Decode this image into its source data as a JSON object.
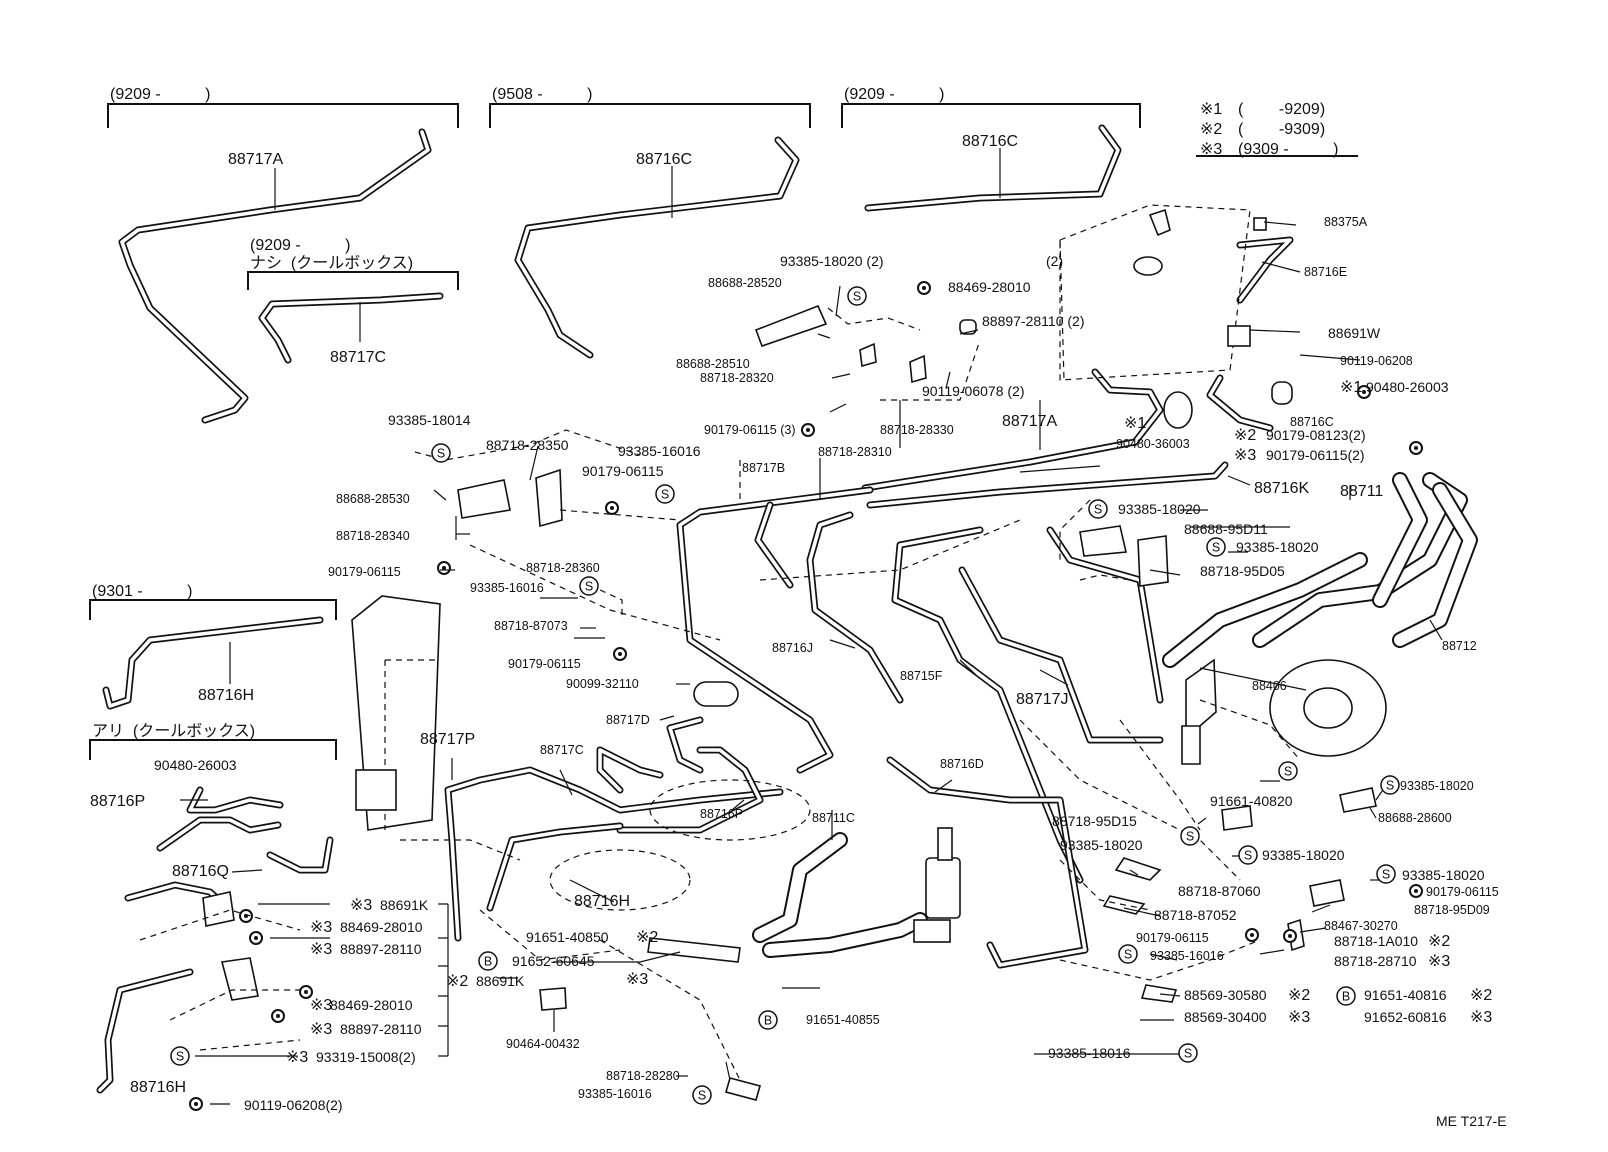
{
  "page_code": "ME T217-E",
  "legend": [
    {
      "mark": "※1",
      "range": "(        -9209)"
    },
    {
      "mark": "※2",
      "range": "(        -9309)"
    },
    {
      "mark": "※3",
      "range": "(9309 -          )"
    }
  ],
  "group_headers": {
    "g1": "(9209 -          )",
    "g2": "(9508 -          )",
    "g3": "(9209 -          )",
    "g4": "(9209 -          )",
    "g4_note": "ナシ  (クールボックス)",
    "g5": "(9301 -          )",
    "g6": "アリ  (クールボックス)"
  },
  "callouts": {
    "p88717A_top": "88717A",
    "p88716C_mid": "88716C",
    "p88716C_right": "88716C",
    "p88717C_top": "88717C",
    "p88716H_top": "88716H",
    "p93385_18020_2a": "93385-18020 (2)",
    "p2_b": "(2)",
    "p88688_28520": "88688-28520",
    "p88469_28010_a": "88469-28010",
    "p88897_28110_2": "88897-28110 (2)",
    "p88688_28510": "88688-28510",
    "p88718_28320": "88718-28320",
    "p90119_06078_2": "90119-06078 (2)",
    "p90179_06115_3": "90179-06115 (3)",
    "p88718_28330": "88718-28330",
    "p88718_28310": "88718-28310",
    "p88717A_mid": "88717A",
    "p88375A": "88375A",
    "p88716E": "88716E",
    "p88691W": "88691W",
    "p90119_06208": "90119-06208",
    "p90480_26003_a": "90480-26003",
    "p88716C_small": "88716C",
    "p90480_36003": "90480-36003",
    "p90179_08123_2": "90179-08123(2)",
    "p90179_06115_2": "90179-06115(2)",
    "p88716K": "88716K",
    "p93385_18014": "93385-18014",
    "p88718_28350": "88718-28350",
    "p93385_16016_a": "93385-16016",
    "p90179_06115_a": "90179-06115",
    "p88717B": "88717B",
    "p88688_28530": "88688-28530",
    "p88718_28340": "88718-28340",
    "p88718_28360": "88718-28360",
    "p90179_06115_b": "90179-06115",
    "p93385_16016_b": "93385-16016",
    "p88718_87073": "88718-87073",
    "p90179_06115_c": "90179-06115",
    "p90099_32110": "90099-32110",
    "p88717D": "88717D",
    "p88716J": "88716J",
    "p88715F": "88715F",
    "p88717J": "88717J",
    "p93385_18020_b": "93385-18020",
    "p88688_95D11": "88688-95D11",
    "p93385_18020_c": "93385-18020",
    "p88718_95D05": "88718-95D05",
    "p88711": "88711",
    "p88712": "88712",
    "p88406": "88406",
    "p88716H_mid": "88716H",
    "p90480_26003_b": "90480-26003",
    "p88716P_left": "88716P",
    "p88716Q": "88716Q",
    "p88717P": "88717P",
    "p88717C_mid": "88717C",
    "p88716P_mid": "88716P",
    "p88711C": "88711C",
    "p88716D": "88716D",
    "p88716H_low": "88716H",
    "p91661_40820": "91661-40820",
    "p93385_18020_d": "93385-18020",
    "p88688_28600": "88688-28600",
    "p88718_95D15": "88718-95D15",
    "p93385_18020_e": "93385-18020",
    "p93385_18020_f": "93385-18020",
    "p93385_18020_g": "93385-18020",
    "p88718_87060": "88718-87060",
    "p90179_06115_d": "90179-06115",
    "p88718_87052": "88718-87052",
    "p88718_95D09": "88718-95D09",
    "p88467_30270": "88467-30270",
    "p90179_06115_e": "90179-06115",
    "p93385_16016_c": "93385-16016",
    "p88718_1A010": "88718-1A010",
    "p88718_28710": "88718-28710",
    "p88569_30580": "88569-30580",
    "p88569_30400": "88569-30400",
    "p91651_40816": "91651-40816",
    "p91652_60816": "91652-60816",
    "p93385_18016": "93385-18016",
    "p88691K_a": "88691K",
    "p88469_28010_b": "88469-28010",
    "p88897_28110_a": "88897-28110",
    "p91651_40850": "91651-40850",
    "p91652_60645": "91652-60645",
    "p88691K_b": "88691K",
    "p88469_28010_c": "88469-28010",
    "p88897_28110_b": "88897-28110",
    "p93319_15008_2": "93319-15008(2)",
    "p88716H_bottom": "88716H",
    "p90119_06208_2": "90119-06208(2)",
    "p90464_00432": "90464-00432",
    "p91651_40855": "91651-40855",
    "p88718_28280": "88718-28280",
    "p93385_16016_d": "93385-16016",
    "m1": "※1",
    "m1b": "※1",
    "m2": "※2",
    "m3": "※3",
    "m2b": "※2",
    "m3b": "※3",
    "m3c": "※3",
    "m3d": "※3",
    "m2c": "※2",
    "m3e": "※3",
    "m3f": "※3",
    "m3g": "※3",
    "m2d": "※2",
    "m3h": "※3",
    "m2e": "※2",
    "m3i": "※3",
    "m2f": "※2",
    "m3j": "※3"
  },
  "symbols": {
    "screw": "S",
    "bolt": "B"
  }
}
